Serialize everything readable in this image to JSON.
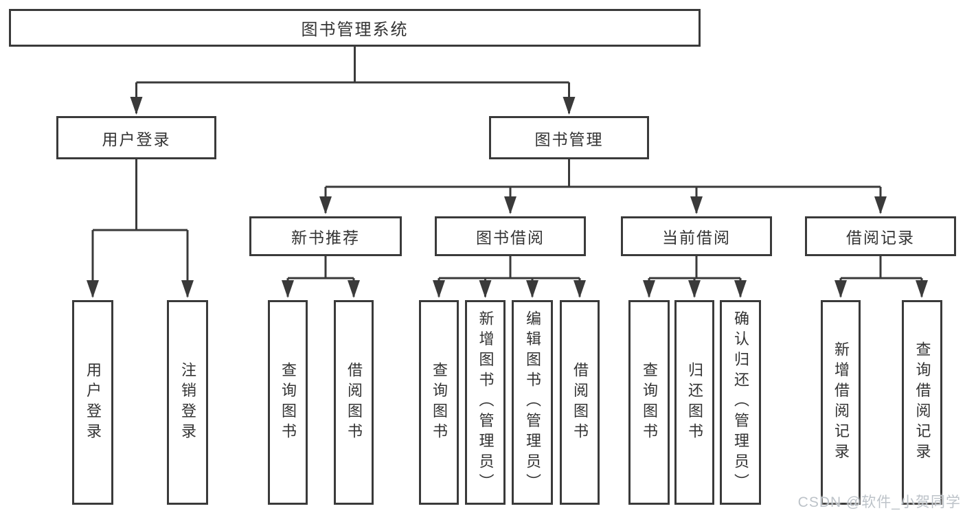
{
  "nodes": {
    "root": {
      "label": "图书管理系统"
    },
    "children": [
      {
        "label": "用户登录",
        "children": [
          {
            "label": "用户登录"
          },
          {
            "label": "注销登录"
          }
        ]
      },
      {
        "label": "图书管理",
        "children": [
          {
            "label": "新书推荐",
            "children": [
              {
                "label": "查询图书"
              },
              {
                "label": "借阅图书"
              }
            ]
          },
          {
            "label": "图书借阅",
            "children": [
              {
                "label": "查询图书"
              },
              {
                "label": "新增图书（管理员）"
              },
              {
                "label": "编辑图书（管理员）"
              },
              {
                "label": "借阅图书"
              }
            ]
          },
          {
            "label": "当前借阅",
            "children": [
              {
                "label": "查询图书"
              },
              {
                "label": "归还图书"
              },
              {
                "label": "确认归还（管理员）"
              }
            ]
          },
          {
            "label": "借阅记录",
            "children": [
              {
                "label": "新增借阅记录"
              },
              {
                "label": "查询借阅记录"
              }
            ]
          }
        ]
      }
    ]
  },
  "watermark": {
    "text": "CSDN @软件_小贺同学"
  },
  "colors": {
    "line": "#3a3a3a",
    "border": "#3a3a3a",
    "text": "#333333",
    "watermark": "#bdc3c9",
    "background": "#ffffff"
  }
}
